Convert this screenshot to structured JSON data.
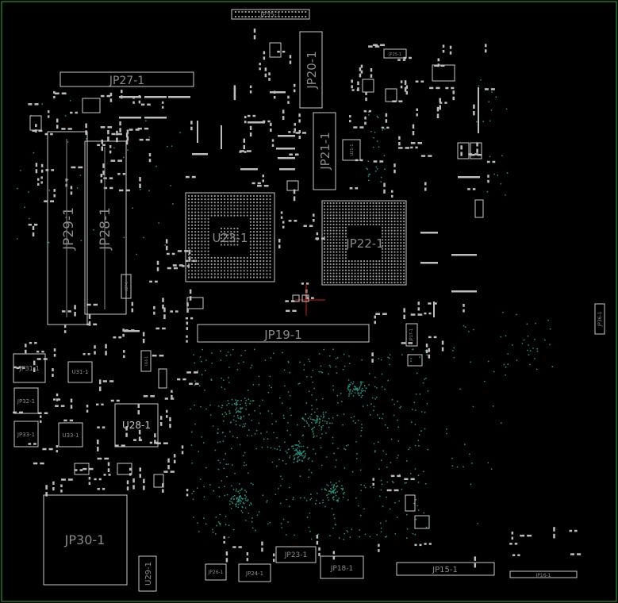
{
  "colors": {
    "background": "#000000",
    "board_outline": "#2f8a2f",
    "silkscreen": "#c9c9c9",
    "pads": "#bdbdbd",
    "vias": "#2c8a7a",
    "marker": "#d02020"
  },
  "labels": {
    "jp35": "JP35-1",
    "jp27": "JP27-1",
    "jp20": "JP20-1",
    "jp21": "JP21-1",
    "jp29": "JP29-1",
    "jp28": "JP28-1",
    "u23": "U23-1",
    "jp22": "JP22-1",
    "jp19": "JP19-1",
    "jp31": "JP31-1",
    "u31": "U31-1",
    "jp32": "JP32-1",
    "jp33": "JP33-1",
    "u33": "U33-1",
    "u28": "U28-1",
    "jp30": "JP30-1",
    "u29": "U29-1",
    "jp26": "JP26-1",
    "jp24": "JP24-1",
    "jp23": "JP23-1",
    "jp18": "JP18-1",
    "jp15": "JP15-1",
    "jp25": "JP25-1",
    "jp16": "JP16-1",
    "jp17": "JP17-1",
    "jp36": "JP36-1",
    "u21": "U21-1",
    "u27": "U27-1",
    "u26": "U26-1"
  }
}
